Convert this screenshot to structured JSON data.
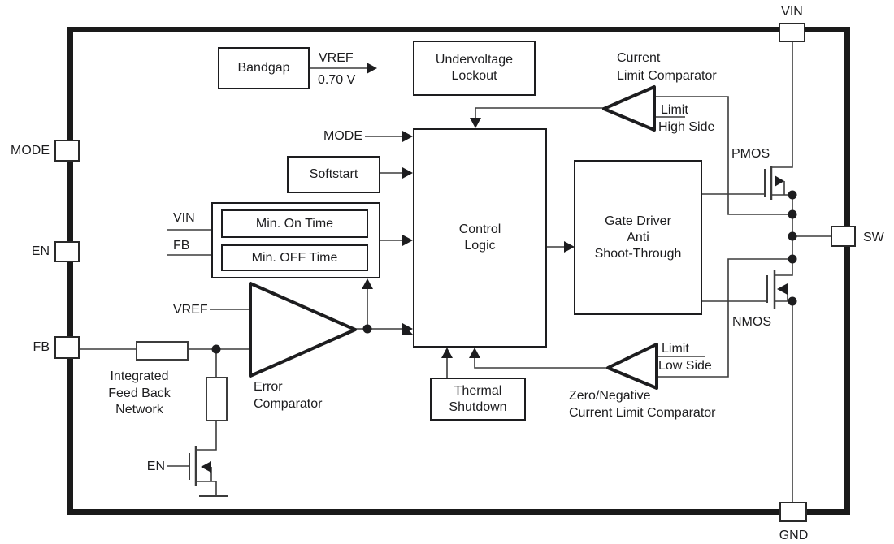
{
  "pins": {
    "mode": "MODE",
    "en": "EN",
    "fb": "FB",
    "vin": "VIN",
    "sw": "SW",
    "gnd": "GND"
  },
  "blocks": {
    "bandgap": "Bandgap",
    "uvlo_line1": "Undervoltage",
    "uvlo_line2": "Lockout",
    "softstart": "Softstart",
    "min_on": "Min. On Time",
    "min_off": "Min. OFF Time",
    "control_line1": "Control",
    "control_line2": "Logic",
    "gate_driver_line1": "Gate Driver",
    "gate_driver_line2": "Anti",
    "gate_driver_line3": "Shoot-Through",
    "thermal_line1": "Thermal",
    "thermal_line2": "Shutdown"
  },
  "labels": {
    "vref_top": "VREF",
    "vref_value": "0.70 V",
    "mode_inner": "MODE",
    "vin_inner": "VIN",
    "fb_inner": "FB",
    "vref_comp": "VREF",
    "error_line1": "Error",
    "error_line2": "Comparator",
    "integrated_line1": "Integrated",
    "integrated_line2": "Feed Back",
    "integrated_line3": "Network",
    "en_inner": "EN",
    "hs_comp_line1": "Current",
    "hs_comp_line2": "Limit Comparator",
    "hs_limit": "Limit",
    "hs_side": "High Side",
    "ls_limit": "Limit",
    "ls_side": "Low Side",
    "ls_comp_line1": "Zero/Negative",
    "ls_comp_line2": "Current Limit Comparator",
    "pmos": "PMOS",
    "nmos": "NMOS"
  },
  "colors": {
    "line": "#3c3c3c",
    "shape": "#1d1d1f",
    "background": "#ffffff"
  }
}
